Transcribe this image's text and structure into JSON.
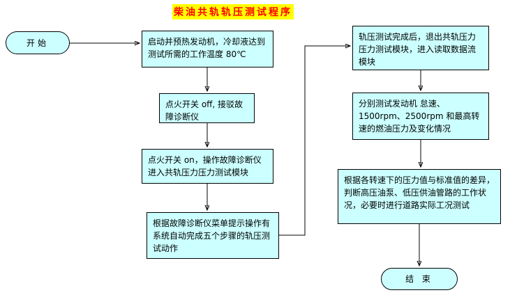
{
  "title": "柴油共轨轨压测试程序",
  "colors": {
    "node_fill": "#CCFFFF",
    "node_border": "#000000",
    "title_color": "#FF0000",
    "title_highlight": "#FFFF00",
    "arrow": "#000000"
  },
  "flowchart": {
    "start": {
      "label": "开始"
    },
    "steps": [
      {
        "label": "启动并预热发动机，冷却液达到测试所需的工作温度 80℃"
      },
      {
        "label": "点火开关 off, 接驳故障诊断仪"
      },
      {
        "label": "点火开关 on，操作故障诊断仪进入共轨压力压力测试模块"
      },
      {
        "label": "根据故障诊断仪菜单提示操作有系统自动完成五个步骤的轨压测试动作"
      },
      {
        "label": "轨压测试完成后，退出共轨压力压力测试模块，进入读取数据流模块"
      },
      {
        "label": "分别测试发动机 怠速、1500rpm、2500rpm 和最高转速的燃油压力及变化情况"
      },
      {
        "label": "根据各转速下的压力值与标准值的差异，判断高压油泵、低压供油管路的工作状况，必要时进行道路实际工况测试"
      }
    ],
    "end": {
      "label": "结 束"
    }
  }
}
